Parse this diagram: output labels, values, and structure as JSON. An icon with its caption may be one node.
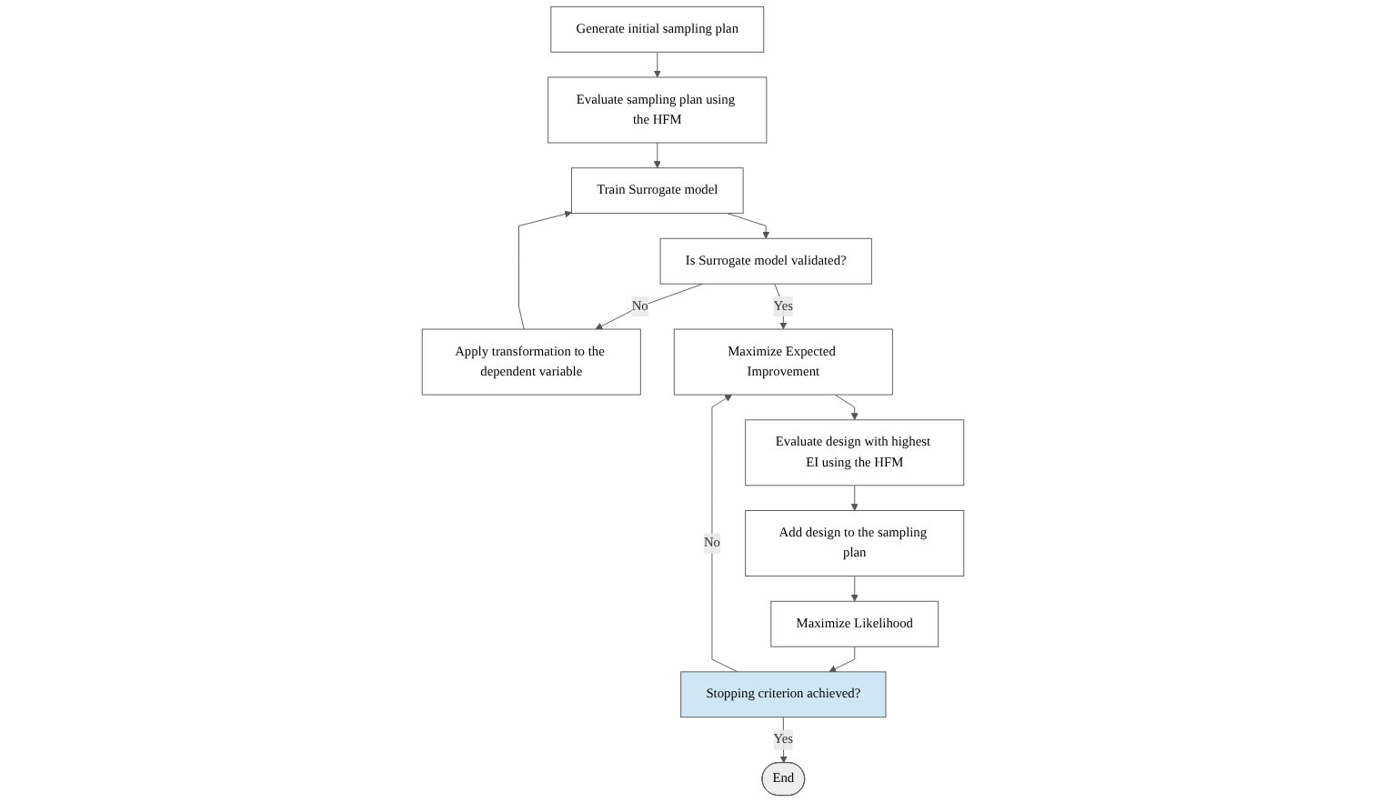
{
  "diagram": {
    "nodes": [
      {
        "text": [
          "Generate initial sampling plan"
        ]
      },
      {
        "text": [
          "Evaluate sampling plan using the HFM"
        ]
      },
      {
        "text": [
          "Train Surrogate model"
        ]
      },
      {
        "text": [
          "Is Surrogate model validated?"
        ]
      },
      {
        "text": [
          "Apply transformation to the dependent variable"
        ]
      },
      {
        "text": [
          "Maximize Expected Improvement"
        ]
      },
      {
        "text": [
          "Evaluate design with highest EI using the HFM"
        ]
      },
      {
        "text": [
          "Add design to the sampling plan"
        ]
      },
      {
        "text": [
          "Maximize Likelihood"
        ]
      },
      {
        "text": [
          "Stopping criterion achieved?"
        ]
      },
      {
        "text": [
          "End"
        ]
      }
    ],
    "edges": [
      {
        "from": 0,
        "to": 1,
        "arrow": "to"
      },
      {
        "from": 1,
        "to": 2,
        "arrow": "to"
      },
      {
        "from": 2,
        "to": 3,
        "arrow": "to"
      },
      {
        "from": 3,
        "to": 4,
        "arrow": "to",
        "label": "No"
      },
      {
        "from": 4,
        "to": 2,
        "arrow": "to"
      },
      {
        "from": 3,
        "to": 5,
        "arrow": "to",
        "label": "Yes"
      },
      {
        "from": 5,
        "to": 6,
        "arrow": "to"
      },
      {
        "from": 6,
        "to": 7,
        "arrow": "to"
      },
      {
        "from": 7,
        "to": 8,
        "arrow": "to"
      },
      {
        "from": 8,
        "to": 9,
        "arrow": "to"
      },
      {
        "from": 9,
        "to": 5,
        "arrow": "to",
        "label": "No"
      },
      {
        "from": 9,
        "to": 10,
        "arrow": "to",
        "label": "Yes"
      }
    ]
  }
}
